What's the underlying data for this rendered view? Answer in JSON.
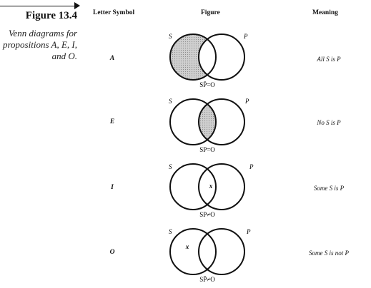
{
  "caption": {
    "figure_label": "Figure 13.4",
    "description": "Venn diagrams for propositions A, E, I, and O."
  },
  "headers": {
    "letter_symbol": "Letter Symbol",
    "figure": "Figure",
    "meaning": "Meaning"
  },
  "rows": [
    {
      "letter": "A",
      "set_s": "S",
      "set_p": "P",
      "formula": "SP̄=O",
      "meaning": "All S is P",
      "shaded_region": "S-not-P",
      "x_mark": ""
    },
    {
      "letter": "E",
      "set_s": "S",
      "set_p": "P",
      "formula": "SP=O",
      "meaning": "No S is P",
      "shaded_region": "S-and-P",
      "x_mark": ""
    },
    {
      "letter": "I",
      "set_s": "S",
      "set_p": "P",
      "formula": "SP≠O",
      "meaning": "Some S is P",
      "shaded_region": "none",
      "x_mark": "x"
    },
    {
      "letter": "O",
      "set_s": "S",
      "set_p": "P",
      "formula": "SP̄≠O",
      "meaning": "Some S is not P",
      "shaded_region": "none",
      "x_mark": "x"
    }
  ],
  "colors": {
    "shade": "#c8c8c8",
    "ink": "#111111"
  }
}
